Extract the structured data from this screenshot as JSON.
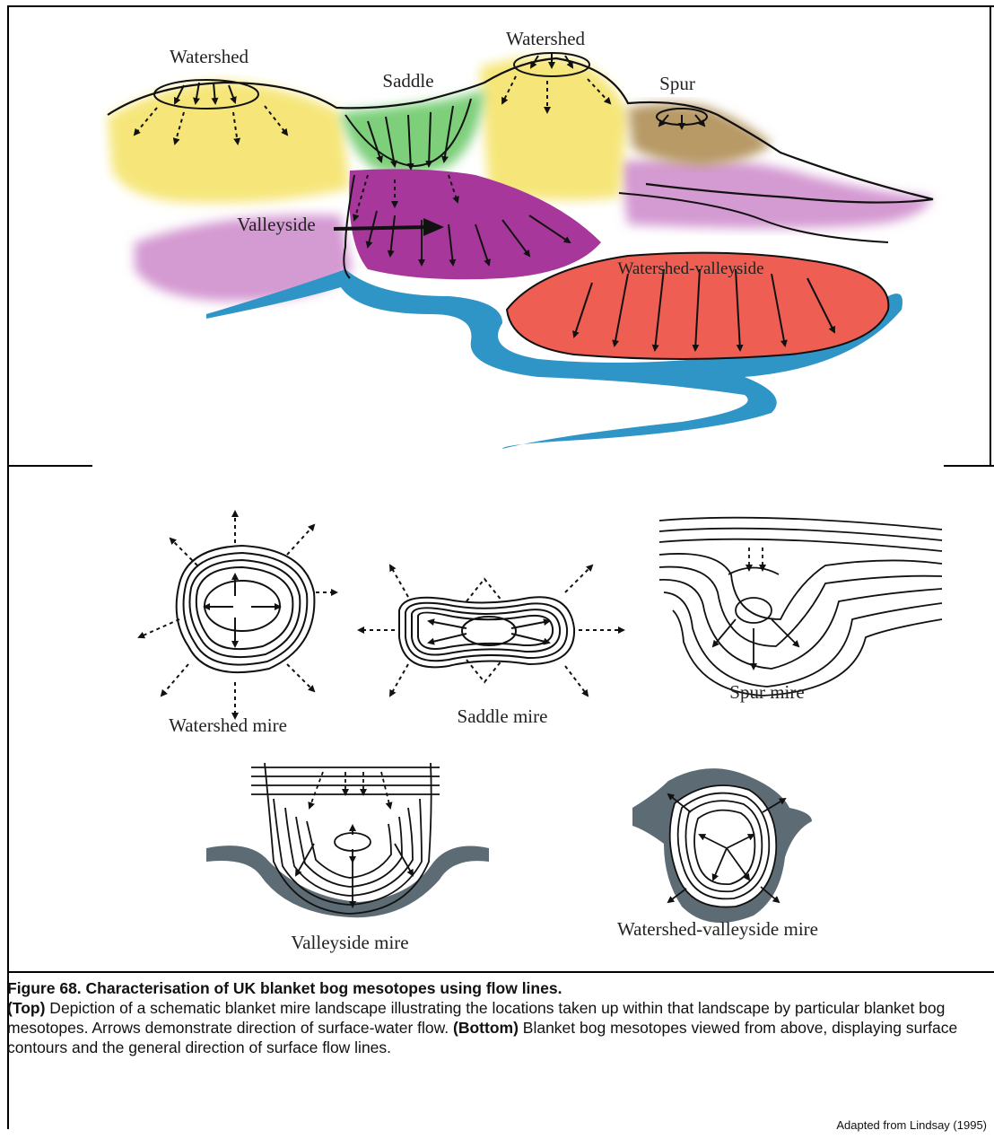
{
  "top_panel": {
    "labels": {
      "watershed_left": "Watershed",
      "watershed_right": "Watershed",
      "saddle": "Saddle",
      "spur": "Spur",
      "valleyside": "Valleyside",
      "watershed_valleyside": "Watershed-valleyside"
    },
    "colors": {
      "watershed": "#f6e679",
      "saddle": "#7dcf7a",
      "spur": "#b79a66",
      "valleyside": "#a8379c",
      "valleyside_light": "#d49ad2",
      "watershed_valleyside": "#ee5e52",
      "river": "#2f94c6"
    }
  },
  "bottom_panel": {
    "labels": {
      "watershed_mire": "Watershed mire",
      "saddle_mire": "Saddle mire",
      "spur_mire": "Spur mire",
      "valleyside_mire": "Valleyside mire",
      "watershed_valleyside_mire": "Watershed-valleyside mire"
    },
    "colors": {
      "shading": "#5d6b74"
    }
  },
  "caption": {
    "title": "Figure 68.  Characterisation of UK blanket bog mesotopes using flow lines.",
    "top_label": "(Top)",
    "top_text": "  Depiction of a schematic blanket mire landscape illustrating the locations taken up within that landscape by particular blanket bog mesotopes.  Arrows demonstrate direction of surface-water flow.  ",
    "bottom_label": "(Bottom)",
    "bottom_text": "  Blanket bog mesotopes viewed from above, displaying surface contours and the general direction of surface flow lines.",
    "credit": "Adapted from Lindsay (1995)"
  }
}
